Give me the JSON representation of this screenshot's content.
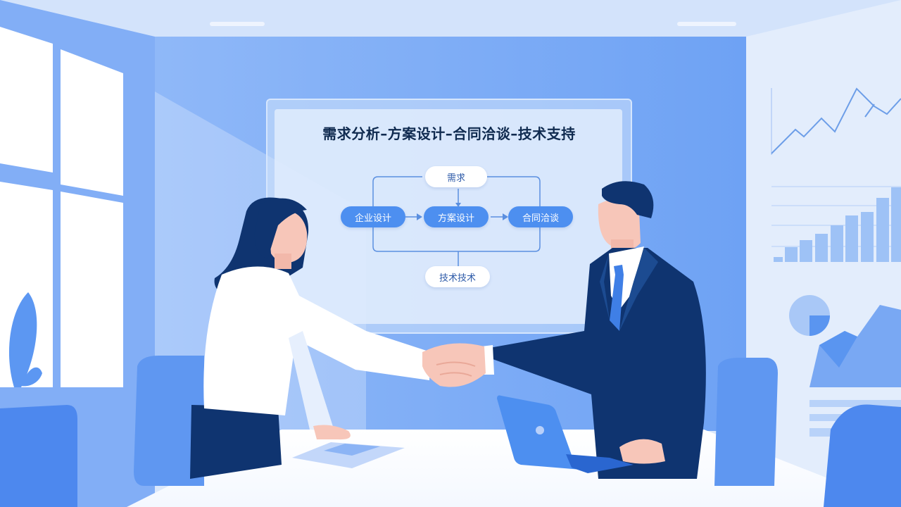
{
  "scene": {
    "description": "Flat illustration: two business people shaking hands in a bright blue meeting room in front of a presentation screen",
    "colors": {
      "wall": "#7fb0f7",
      "ceiling": "#cfe0fb",
      "window": "#ffffff",
      "suit_navy": "#0f3470",
      "accent_blue": "#4d8ff0",
      "table": "#ffffff"
    }
  },
  "presentation_screen": {
    "title": "需求分析–方案设计–合同洽谈–技术支持",
    "flow": {
      "top_node": "需求",
      "left_node": "企业设计",
      "center_node": "方案设计",
      "right_node": "合同洽谈",
      "bottom_node": "技术技术"
    }
  },
  "wall_charts": {
    "line_chart": "decorative-line-chart",
    "bar_chart": "decorative-bar-chart",
    "pie_chart": "decorative-pie-chart",
    "area_chart": "decorative-area-chart"
  },
  "people": {
    "left": "businesswoman-white-blouse",
    "right": "businessman-navy-suit-blue-tie"
  },
  "objects": {
    "laptop": "laptop-blue",
    "document": "document-on-table"
  }
}
